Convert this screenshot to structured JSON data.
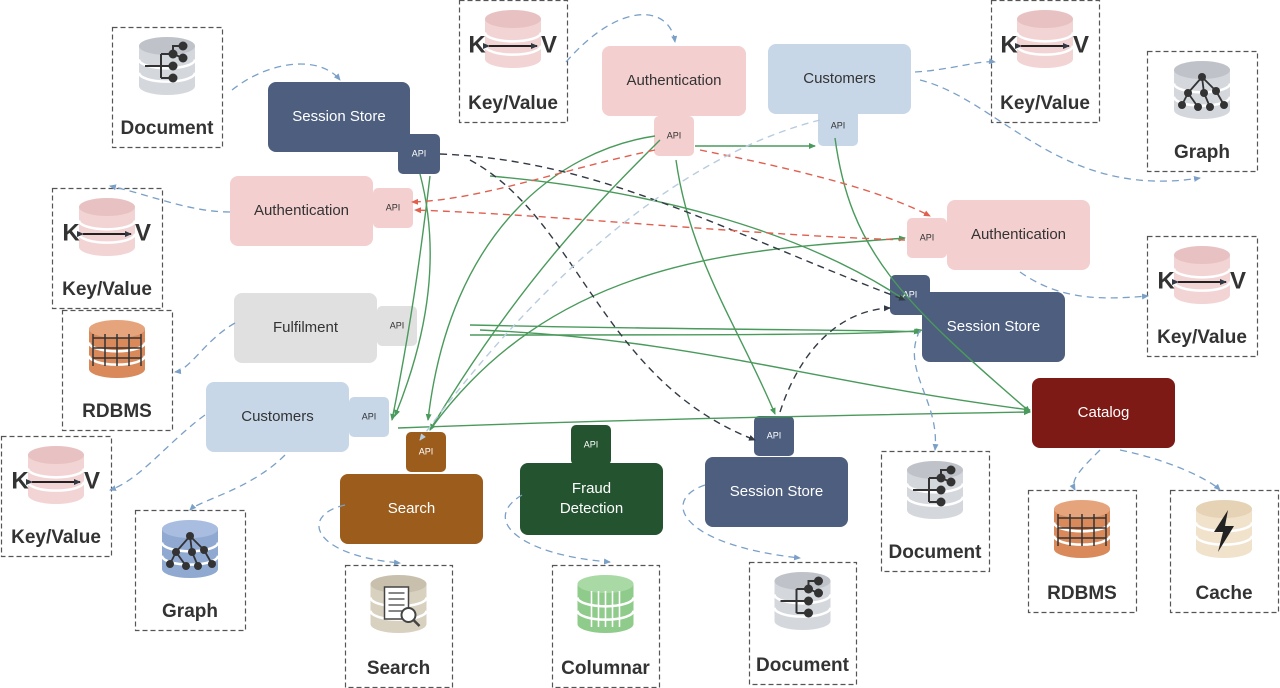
{
  "colors": {
    "session_store": "#4d5e7e",
    "authentication": "#f4cfcf",
    "customers": "#c7d7e8",
    "fulfilment": "#e0e0e0",
    "search": "#9b5c1c",
    "fraud_detection": "#24532f",
    "catalog": "#7d1a16",
    "arrow_green": "#4a9a5c",
    "arrow_black": "#333a44",
    "arrow_red": "#e06050",
    "arrow_blue": "#7aa0c8",
    "arrow_lightblue": "#b8cce0"
  },
  "services": [
    {
      "label": "Session Store",
      "api_label": "API"
    },
    {
      "label": "Authentication",
      "api_label": "API"
    },
    {
      "label": "Fulfilment",
      "api_label": "API"
    },
    {
      "label": "Customers",
      "api_label": "API"
    },
    {
      "label": "Authentication",
      "api_label": "API"
    },
    {
      "label": "Customers",
      "api_label": "API"
    },
    {
      "label": "Authentication",
      "api_label": "API"
    },
    {
      "label": "Session Store",
      "api_label": "API"
    },
    {
      "label": "Catalog",
      "api_label": ""
    },
    {
      "label": "Search",
      "api_label": "API"
    },
    {
      "label": "Fraud Detection",
      "label_lines": [
        "Fraud",
        "Detection"
      ],
      "api_label": "API"
    },
    {
      "label": "Session Store",
      "api_label": "API"
    }
  ],
  "databases": [
    {
      "label": "Document",
      "icon": "document-db-icon"
    },
    {
      "label": "Key/Value",
      "icon": "key-value-db-icon",
      "kv": [
        "K",
        "V"
      ]
    },
    {
      "label": "Key/Value",
      "icon": "key-value-db-icon",
      "kv": [
        "K",
        "V"
      ]
    },
    {
      "label": "Key/Value",
      "icon": "key-value-db-icon",
      "kv": [
        "K",
        "V"
      ]
    },
    {
      "label": "Graph",
      "icon": "graph-db-icon"
    },
    {
      "label": "RDBMS",
      "icon": "rdbms-db-icon"
    },
    {
      "label": "Key/Value",
      "icon": "key-value-db-icon",
      "kv": [
        "K",
        "V"
      ]
    },
    {
      "label": "Key/Value",
      "icon": "key-value-db-icon",
      "kv": [
        "K",
        "V"
      ]
    },
    {
      "label": "Graph",
      "icon": "graph-db-icon"
    },
    {
      "label": "Search",
      "icon": "search-db-icon"
    },
    {
      "label": "Columnar",
      "icon": "columnar-db-icon"
    },
    {
      "label": "Document",
      "icon": "document-db-icon"
    },
    {
      "label": "Document",
      "icon": "document-db-icon"
    },
    {
      "label": "RDBMS",
      "icon": "rdbms-db-icon"
    },
    {
      "label": "Cache",
      "icon": "cache-db-icon"
    }
  ]
}
